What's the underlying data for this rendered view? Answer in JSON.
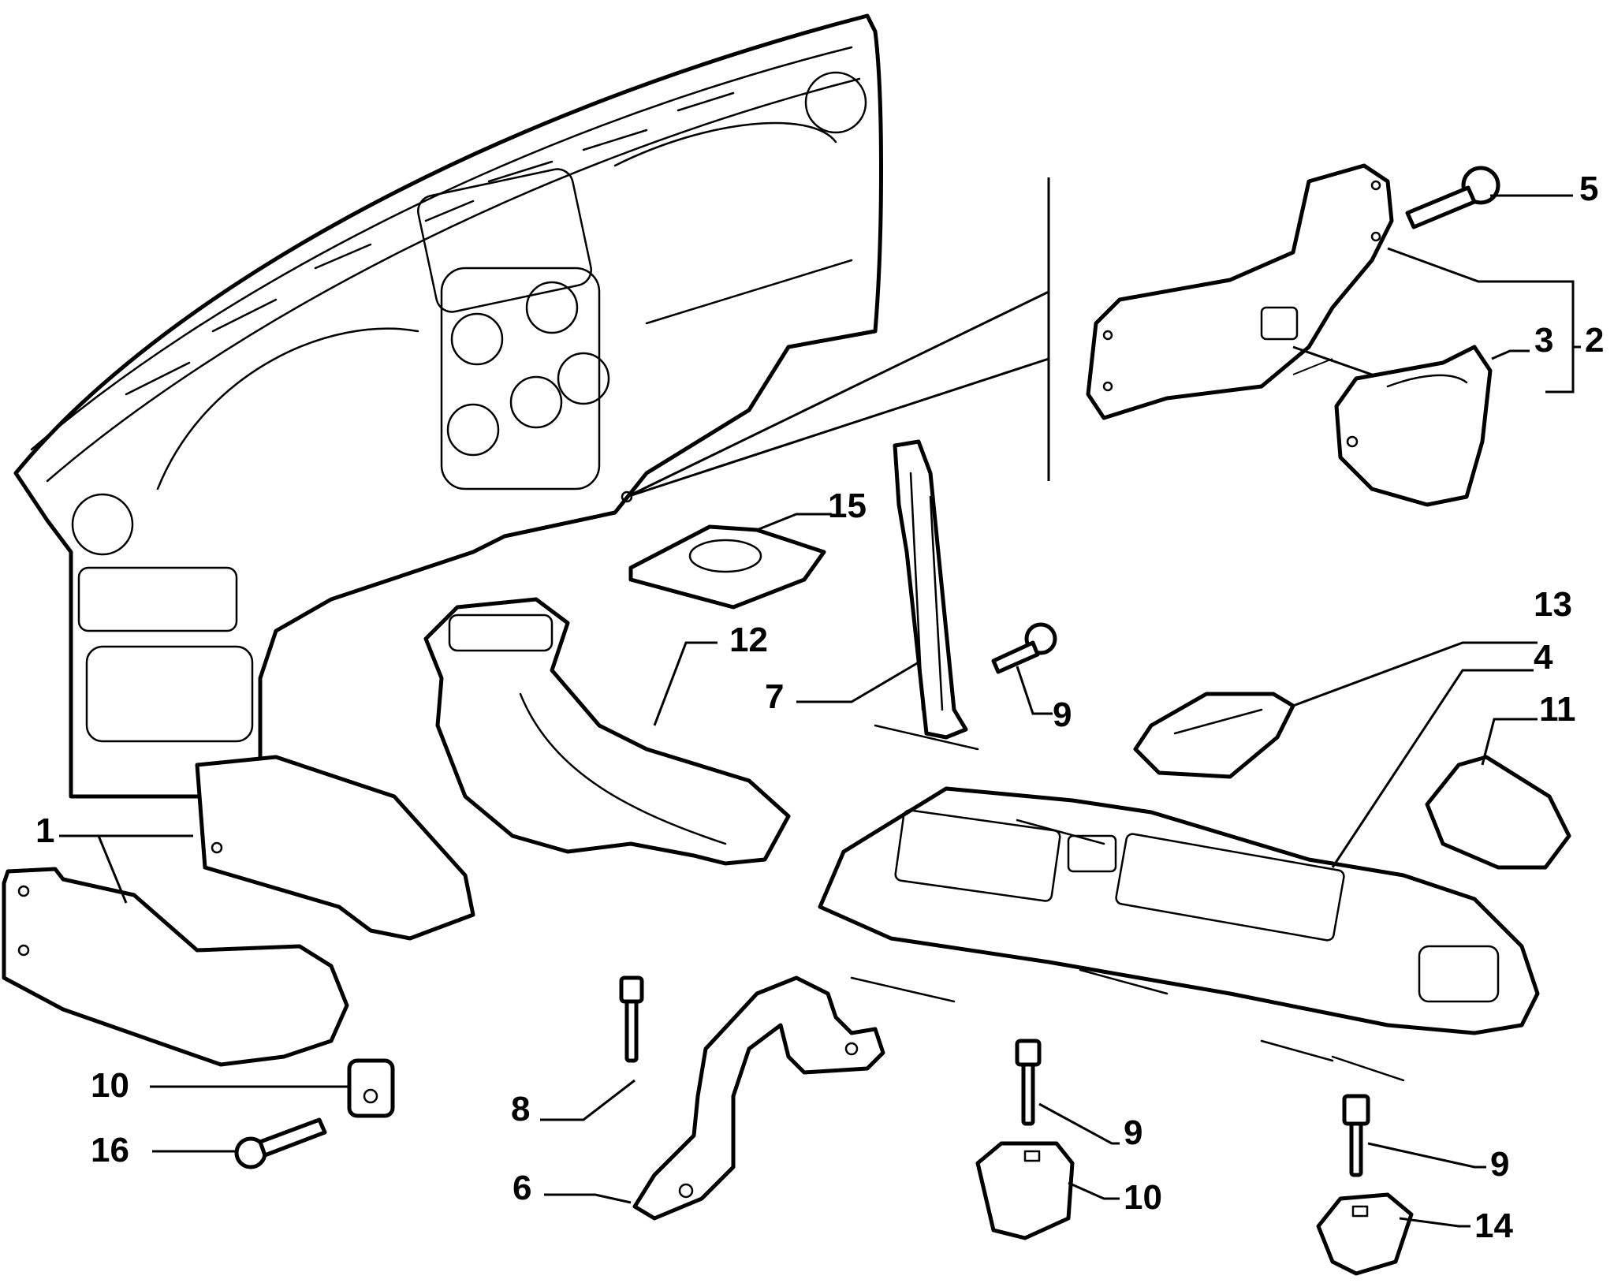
{
  "diagram": {
    "type": "exploded-parts-view",
    "subject": "dashboard center console assembly",
    "line_color": "#000000",
    "background_color": "#ffffff"
  },
  "callouts": [
    {
      "id": "c5",
      "label": "5",
      "part": "bolt with washer"
    },
    {
      "id": "c3",
      "label": "3",
      "part": "side cover"
    },
    {
      "id": "c2",
      "label": "2",
      "part": "side bracket assembly"
    },
    {
      "id": "c15",
      "label": "15",
      "part": "cup holder insert"
    },
    {
      "id": "c13",
      "label": "13",
      "part": "storage tray"
    },
    {
      "id": "c4",
      "label": "4",
      "part": "center console"
    },
    {
      "id": "c12",
      "label": "12",
      "part": "air duct"
    },
    {
      "id": "c11",
      "label": "11",
      "part": "end cap"
    },
    {
      "id": "c7",
      "label": "7",
      "part": "vertical support bracket"
    },
    {
      "id": "c9a",
      "label": "9",
      "part": "screw"
    },
    {
      "id": "c1",
      "label": "1",
      "part": "lower duct brackets"
    },
    {
      "id": "c8",
      "label": "8",
      "part": "bolt"
    },
    {
      "id": "c10a",
      "label": "10",
      "part": "clip nut"
    },
    {
      "id": "c9b",
      "label": "9",
      "part": "screw"
    },
    {
      "id": "c9c",
      "label": "9",
      "part": "screw"
    },
    {
      "id": "c6",
      "label": "6",
      "part": "mounting bracket"
    },
    {
      "id": "c10b",
      "label": "10",
      "part": "clip nut"
    },
    {
      "id": "c16",
      "label": "16",
      "part": "bolt"
    },
    {
      "id": "c14",
      "label": "14",
      "part": "clip"
    }
  ]
}
